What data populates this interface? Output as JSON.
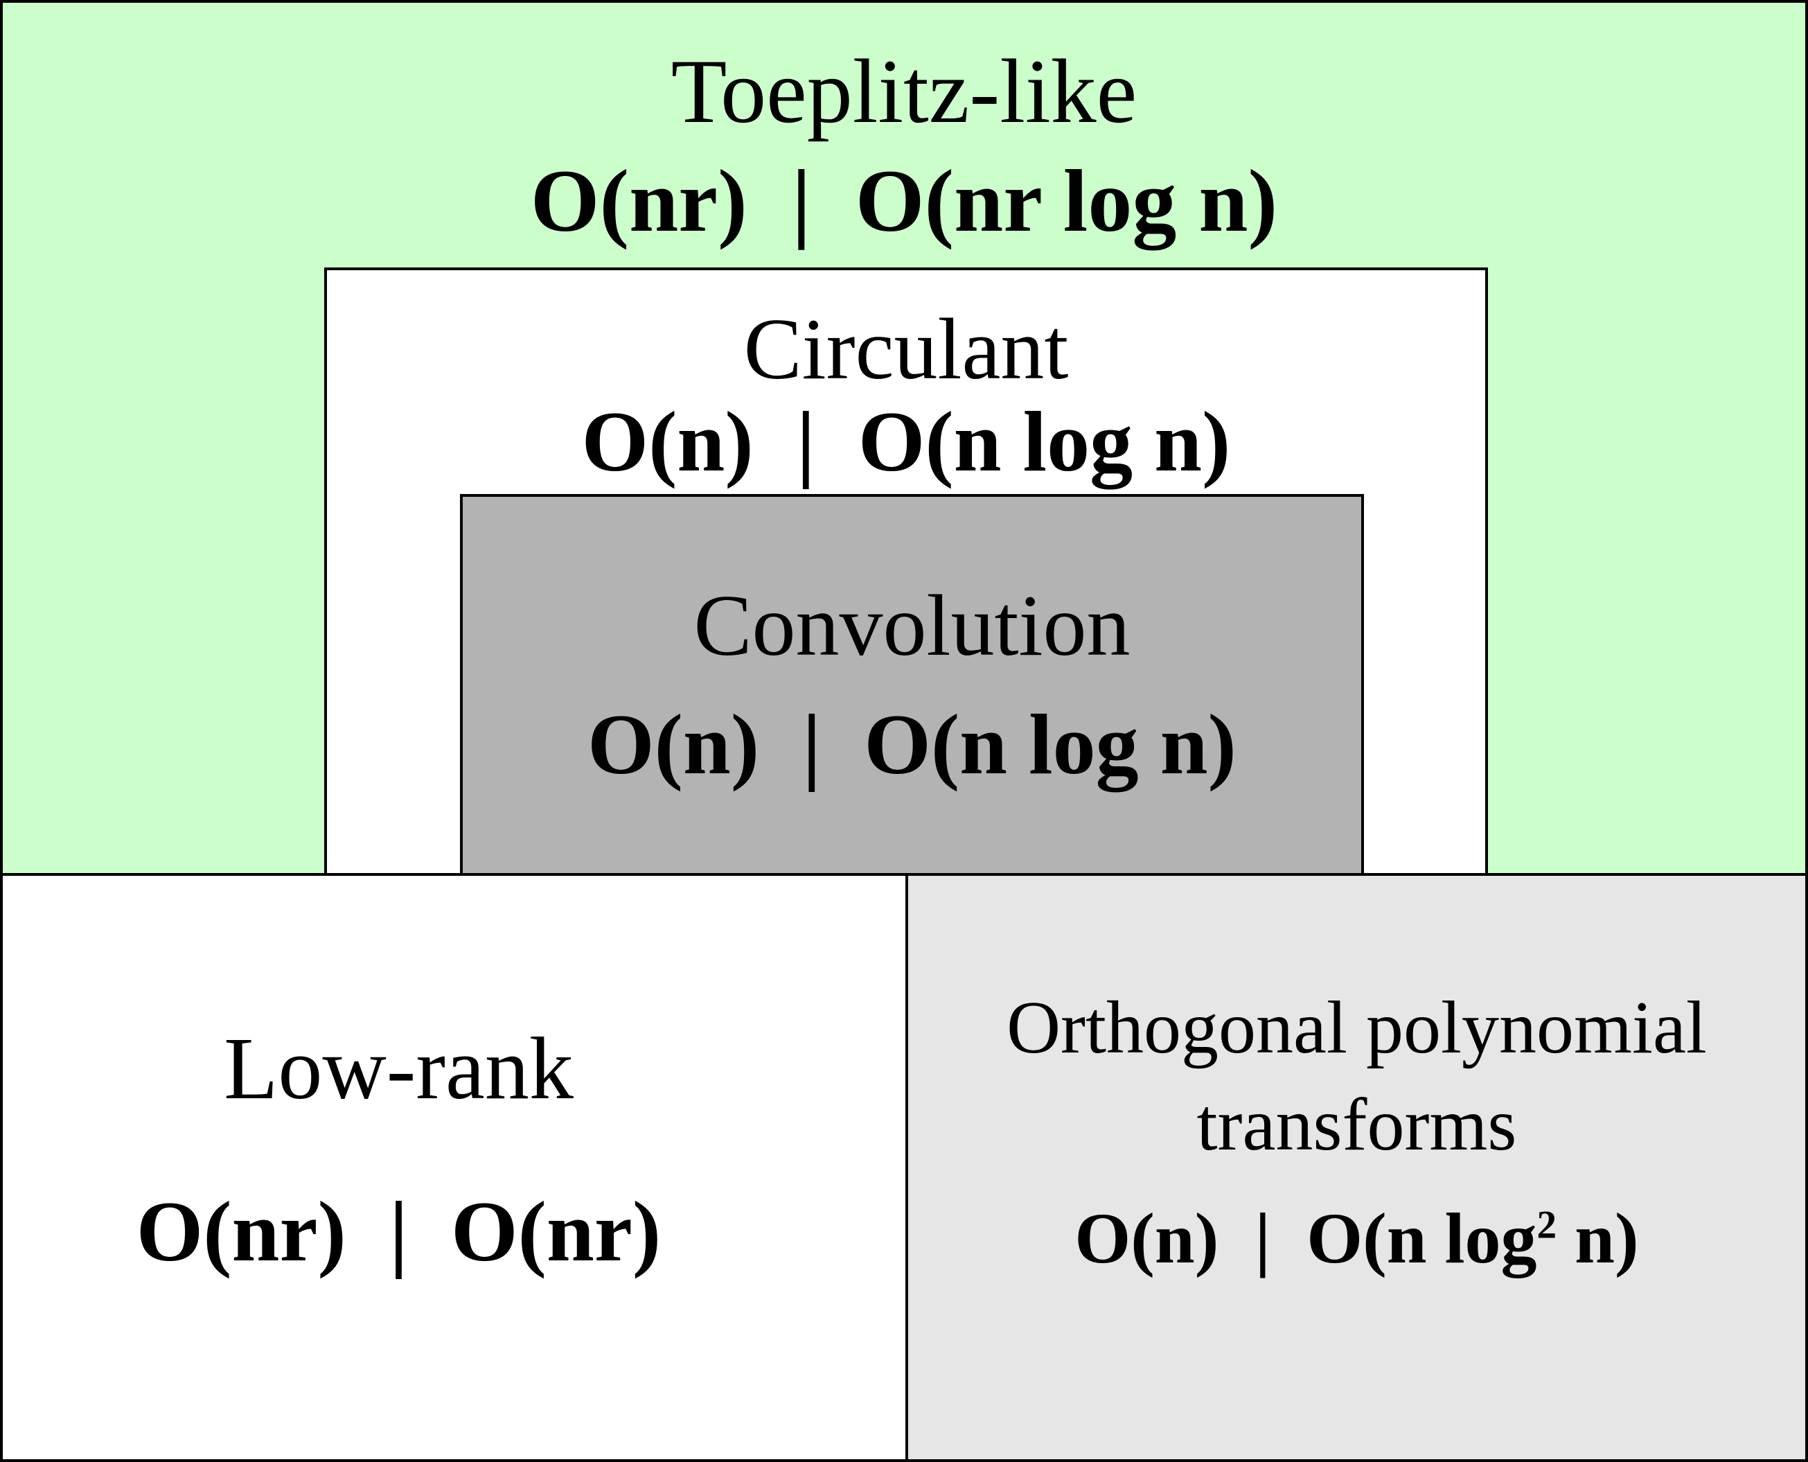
{
  "regions": {
    "toeplitz": {
      "name": "Toeplitz-like",
      "complexity": "O(nr)  |  O(nr log n)",
      "fill": "#ccfecc"
    },
    "circulant": {
      "name": "Circulant",
      "complexity": "O(n)  |  O(n log n)",
      "fill": "#ffffff"
    },
    "convolution": {
      "name": "Convolution",
      "complexity": "O(n)  |  O(n log n)",
      "fill": "#b3b3b3"
    },
    "lowrank": {
      "name": "Low-rank",
      "complexity": "O(nr)  |  O(nr)",
      "fill": "#ffffff"
    },
    "orthogonal": {
      "name_line1": "Orthogonal polynomial",
      "name_line2": "transforms",
      "complexity_pre": "O(n)  |  O(n log",
      "complexity_exp": "2",
      "complexity_post": " n)",
      "fill": "#e6e6e6"
    }
  }
}
